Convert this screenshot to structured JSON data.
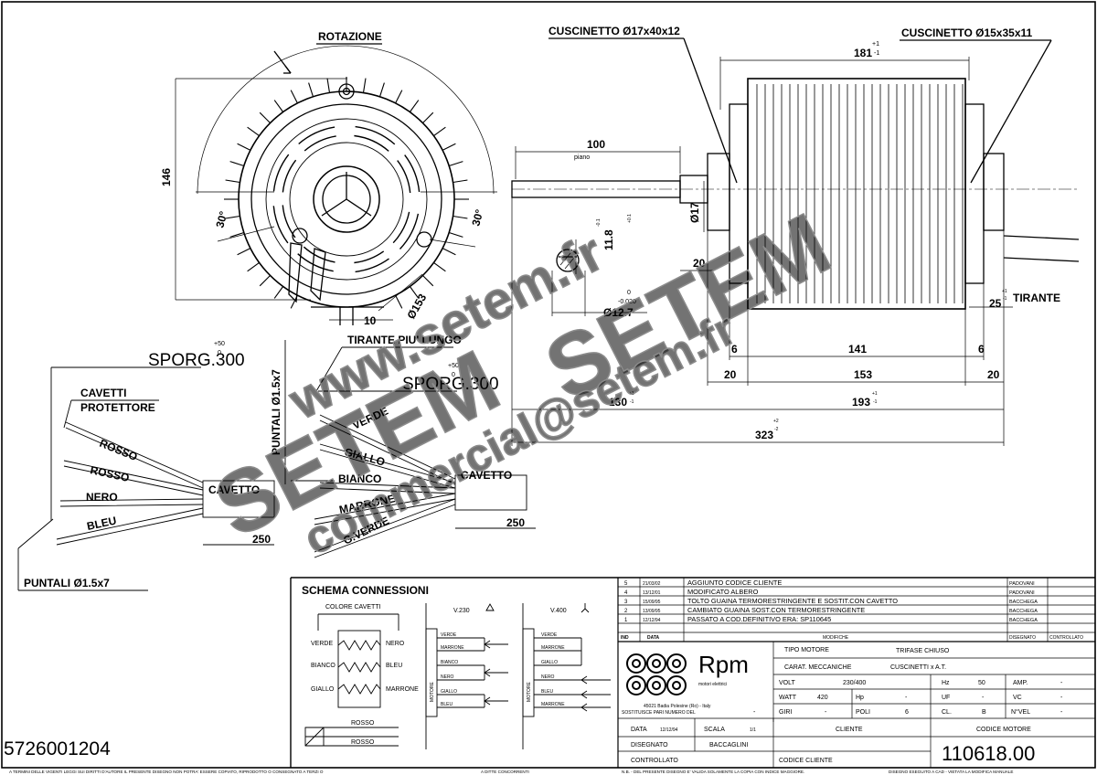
{
  "watermark": {
    "site": "www.setem.fr",
    "brand": "SETEM",
    "email": "commercial@setem.fr"
  },
  "front_view": {
    "title": "ROTAZIONE",
    "dim_height": "146",
    "dim_diameter": "Ø153",
    "dim_10": "10",
    "angle_left": "30°",
    "angle_right": "30°"
  },
  "side_view": {
    "bearing_front": "CUSCINETTO Ø17x40x12",
    "bearing_rear": "CUSCINETTO Ø15x35x11",
    "dim_181": "181",
    "dim_181_tol": "+1",
    "dim_181_tol2": "-1",
    "dim_100": "100",
    "piano": "piano",
    "shaft_d": "Ø17",
    "flat": "11.8",
    "flat_tol": "-0.1",
    "flat_tol2": "+0.1",
    "dim_20": "20",
    "shaft_127": "Ø12.7",
    "shaft_127_tol": "0",
    "shaft_127_tol2": "-0.020",
    "tirante": "TIRANTE",
    "dim_25": "25",
    "dim_25_tol": "+1",
    "dim_25_tol2": "-1",
    "dim_6a": "6",
    "dim_141": "141",
    "dim_6b": "6",
    "dim_20a": "20",
    "dim_153": "153",
    "dim_20b": "20",
    "dim_130": "130",
    "dim_130_tol": "+1",
    "dim_130_tol2": "-1",
    "dim_193": "193",
    "dim_193_tol": "+1",
    "dim_193_tol2": "-1",
    "dim_323": "323",
    "dim_323_tol": "+2",
    "dim_323_tol2": "-2"
  },
  "leads_left": {
    "sporg": "SPORG.300",
    "sporg_tol": "+50",
    "sporg_tol2": "0",
    "cavetti": "CAVETTI",
    "protettore": "PROTETTORE",
    "wire1": "ROSSO",
    "wire2": "ROSSO",
    "wire3": "NERO",
    "wire4": "BLEU",
    "cavetto": "CAVETTO",
    "dim_250": "250",
    "puntali": "PUNTALI Ø1.5x7"
  },
  "leads_right": {
    "tirante_lungo": "TIRANTE PIU' LUNGO",
    "sporg": "SPORG.300",
    "sporg_tol": "+50",
    "sporg_tol2": "0",
    "puntali": "PUNTALI Ø1.5x7",
    "wire1": "VERDE",
    "wire2": "GIALLO",
    "wire3": "BIANCO",
    "wire4": "MARRONE",
    "wire5": "G.VERDE",
    "cavetto": "CAVETTO",
    "dim_250": "250"
  },
  "schema": {
    "title": "SCHEMA CONNESSIONI",
    "colors_header": "COLORE  CAVETTI",
    "left_labels": [
      "VERDE",
      "BIANCO",
      "GIALLO"
    ],
    "right_labels": [
      "NERO",
      "BLEU",
      "MARRONE"
    ],
    "rosso1": "ROSSO",
    "rosso2": "ROSSO",
    "v230": "V.230",
    "v400": "V.400",
    "motore": "MOTORE",
    "v230_leads": [
      "VERDE",
      "MARRONE",
      "BIANCO",
      "NERO",
      "GIALLO",
      "BLEU"
    ],
    "v400_leads": [
      "VERDE",
      "MARRONE",
      "GIALLO",
      "NERO",
      "BLEU",
      "MARRONE"
    ]
  },
  "revisions": {
    "rows": [
      {
        "n": "5",
        "date": "21/03/02",
        "text": "AGGIUNTO CODICE CLIENTE",
        "by": "PADOVANI"
      },
      {
        "n": "4",
        "date": "13/12/01",
        "text": "MODIFICATO ALBERO",
        "by": "PADOVANI"
      },
      {
        "n": "3",
        "date": "15/09/95",
        "text": "TOLTO GUAINA TERMORESTRINGENTE E SOSTIT.CON CAVETTO",
        "by": "BACCHEGA"
      },
      {
        "n": "2",
        "date": "13/09/95",
        "text": "CAMBIATO GUAINA SOST.CON TERMORESTRINGENTE",
        "by": "BACCHEGA"
      },
      {
        "n": "1",
        "date": "12/12/94",
        "text": "PASSATO A COD.DEFINITIVO ERA: SP110645",
        "by": "BACCHEGA"
      }
    ],
    "header": {
      "ind": "IND",
      "data": "DATA",
      "modifiche": "MODIFICHE",
      "disegnato": "DISEGNATO",
      "controllato": "CONTROLLATO"
    }
  },
  "title_block": {
    "logo_name": "Rpm",
    "logo_sub": "motori elettrici",
    "logo_addr": "45021 Badia Polesine (Ro) - Italy",
    "tipo_motore_label": "TIPO MOTORE",
    "tipo_motore": "TRIFASE CHIUSO",
    "carat_label": "CARAT. MECCANICHE",
    "carat": "CUSCINETTI x A.T.",
    "volt_label": "VOLT",
    "volt": "230/400",
    "hz_label": "Hz",
    "hz": "50",
    "amp_label": "AMP.",
    "amp": "-",
    "watt_label": "WATT",
    "watt": "420",
    "hp_label": "Hp",
    "hp": "-",
    "uf_label": "UF",
    "uf": "-",
    "vc_label": "VC",
    "vc": "-",
    "giri_label": "GIRI",
    "giri": "-",
    "poli_label": "POLI",
    "poli": "6",
    "cl_label": "CL.",
    "cl": "B",
    "nvel_label": "N°VEL",
    "nvel": "-",
    "sostituisce_label": "SOSTITUISCE PARI NUMERO DEL",
    "sostituisce": "-",
    "data_label": "DATA",
    "data": "12/12/94",
    "scala_label": "SCALA",
    "scala": "1/1",
    "disegnato_label": "DISEGNATO",
    "disegnato": "BACCAGLINI",
    "controllato_label": "CONTROLLATO",
    "cliente_label": "CLIENTE",
    "codice_cliente_label": "CODICE CLIENTE",
    "codice_motore_label": "CODICE MOTORE",
    "codice_motore": "110618.00",
    "part_number": "5726001204"
  },
  "footer": {
    "left": "A TERMINI DELLE VIGENTI LEGGI SUI DIRITTI D'AUTORE IL PRESENTE DISEGNO NON POTRA' ESSERE COPIATO, RIPRODOTTO O CONSEGNATO A TERZI O",
    "mid": "A DITTE CONCORRENTI",
    "nb": "N.B. - DEL PRESENTE DISEGNO E' VALIDA SOLAMENTE LA COPIA CON INDICE MAGGIORE.",
    "right": "DISEGNO ESEGUITO A CAD - VIETATA LA MODIFICA MANUALE"
  }
}
